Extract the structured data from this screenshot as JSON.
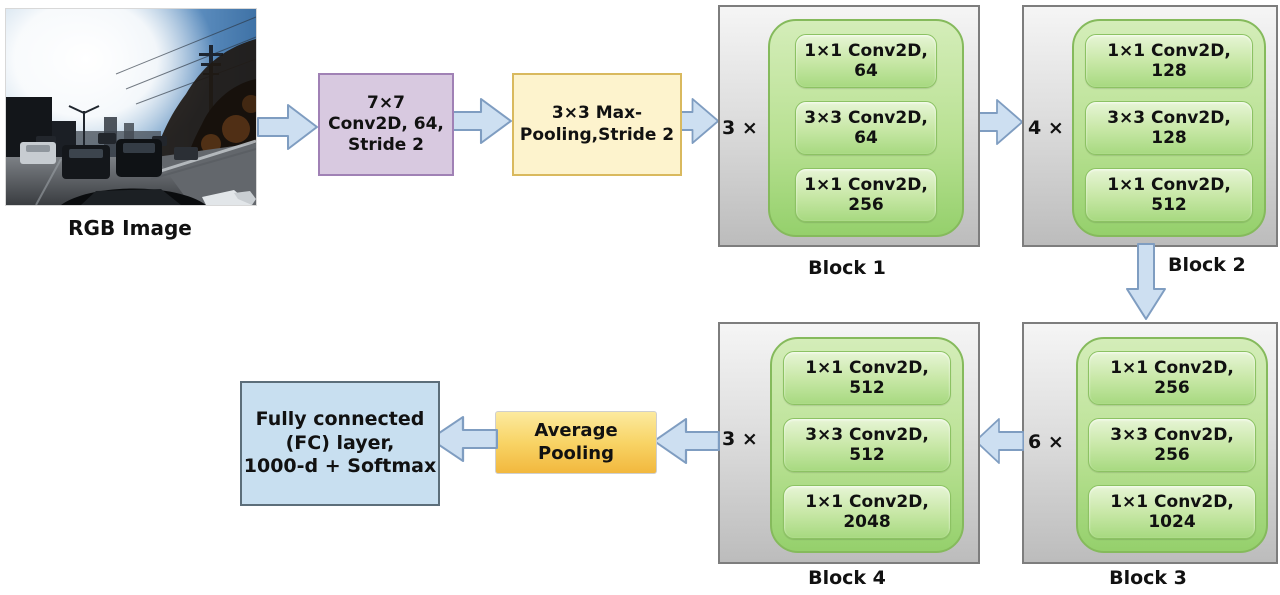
{
  "figure": {
    "input_caption": "RGB Image",
    "stem": {
      "conv_label": "7×7\nConv2D, 64,\nStride 2",
      "pool_label": "3×3 Max-\nPooling,Stride 2"
    },
    "blocks": [
      {
        "multiplier": "3 ×",
        "caption": "Block 1",
        "layers": [
          "1×1 Conv2D,\n64",
          "3×3 Conv2D,\n64",
          "1×1 Conv2D,\n256"
        ]
      },
      {
        "multiplier": "4 ×",
        "caption": "Block 2",
        "layers": [
          "1×1 Conv2D,\n128",
          "3×3 Conv2D,\n128",
          "1×1 Conv2D,\n512"
        ]
      },
      {
        "multiplier": "6 ×",
        "caption": "Block 3",
        "layers": [
          "1×1 Conv2D,\n256",
          "3×3 Conv2D,\n256",
          "1×1 Conv2D,\n1024"
        ]
      },
      {
        "multiplier": "3 ×",
        "caption": "Block 4",
        "layers": [
          "1×1 Conv2D,\n512",
          "3×3 Conv2D,\n512",
          "1×1 Conv2D,\n2048"
        ]
      }
    ],
    "head": {
      "avgpool_label": "Average\nPooling",
      "fc_label": "Fully connected\n(FC) layer,\n1000-d + Softmax"
    },
    "colors": {
      "arrow_fill": "#cddff1",
      "arrow_border": "#7f9dc1",
      "stem_conv_fill": "#d8c9e0",
      "stem_conv_border": "#a081b5",
      "stem_pool_fill": "#fdf3cd",
      "stem_pool_border": "#d9b95e",
      "block_gray_top": "#f5f5f5",
      "block_gray_bottom": "#bcbcbc",
      "block_border": "#7d7d7d",
      "green_group_fill": "#b9e193",
      "green_group_border": "#85ba5c",
      "conv_fill": "#c9e8a8",
      "conv_border": "#8cc263",
      "avgpool_top": "#fcea9f",
      "avgpool_bottom": "#f2b83e",
      "fc_fill": "#c8dff0",
      "fc_border": "#5c6e7a",
      "text": "#111111"
    }
  }
}
